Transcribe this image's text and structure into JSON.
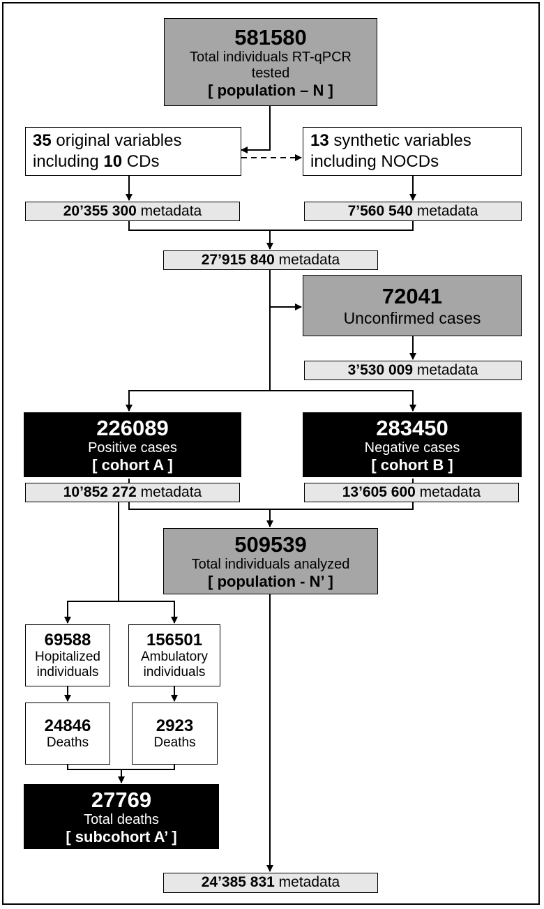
{
  "population_n": {
    "count": "581580",
    "label": "Total individuals RT-qPCR tested",
    "tag": "[ population – N ]"
  },
  "original_vars": {
    "count": "35",
    "text1": " original variables",
    "text2": "including ",
    "cd_count": "10",
    "text3": " CDs"
  },
  "synthetic_vars": {
    "count": "13",
    "text1": " synthetic variables",
    "text2": "including NOCDs"
  },
  "meta_original": {
    "value": "20’355 300",
    "suffix": " metadata"
  },
  "meta_synthetic": {
    "value": "7’560 540",
    "suffix": " metadata"
  },
  "meta_total": {
    "value": "27’915 840",
    "suffix": " metadata"
  },
  "unconfirmed": {
    "count": "72041",
    "label": "Unconfirmed cases"
  },
  "meta_unconfirmed": {
    "value": "3’530 009",
    "suffix": " metadata"
  },
  "positive": {
    "count": "226089",
    "label": "Positive cases",
    "tag": "[ cohort A ]"
  },
  "negative": {
    "count": "283450",
    "label": "Negative cases",
    "tag": "[ cohort B ]"
  },
  "meta_positive": {
    "value": "10’852 272",
    "suffix": " metadata"
  },
  "meta_negative": {
    "value": "13’605 600",
    "suffix": " metadata"
  },
  "population_n2": {
    "count": "509539",
    "label": "Total individuals analyzed",
    "tag": "[ population - N’ ]"
  },
  "hospitalized": {
    "count": "69588",
    "line1": "Hopitalized",
    "line2": "individuals"
  },
  "ambulatory": {
    "count": "156501",
    "line1": "Ambulatory",
    "line2": "individuals"
  },
  "deaths_hosp": {
    "count": "24846",
    "label": "Deaths"
  },
  "deaths_amb": {
    "count": "2923",
    "label": "Deaths"
  },
  "total_deaths": {
    "count": "27769",
    "label": "Total deaths",
    "tag": "[ subcohort A’ ]"
  },
  "meta_final": {
    "value": "24’385 831",
    "suffix": " metadata"
  }
}
